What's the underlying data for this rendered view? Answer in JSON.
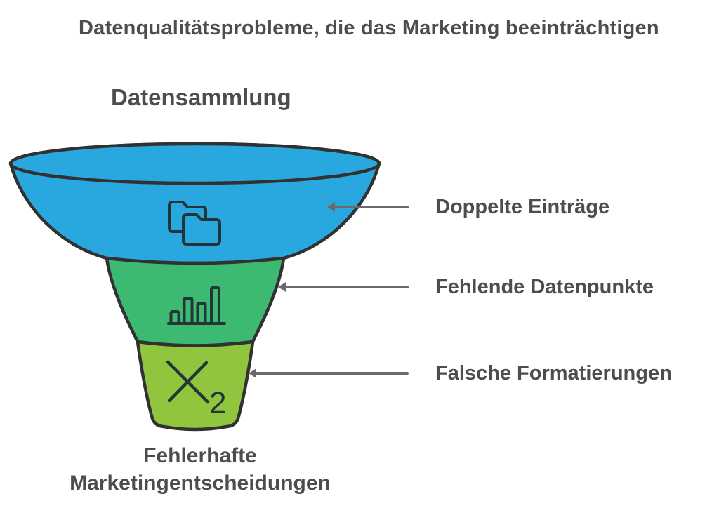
{
  "title": "Datenqualitätsprobleme, die das Marketing beeinträchtigen",
  "funnel": {
    "top_label": "Datensammlung",
    "bottom_label": {
      "line1": "Fehlerhafte",
      "line2": "Marketingentscheidungen"
    },
    "x2_subscript": "2",
    "stages": [
      {
        "label": "Doppelte Einträge",
        "color": "#29a8e0",
        "icon": "duplicate-folders-icon"
      },
      {
        "label": "Fehlende Datenpunkte",
        "color": "#3cba71",
        "icon": "bar-chart-icon"
      },
      {
        "label": "Falsche Formatierungen",
        "color": "#90c53d",
        "icon": "x2-variable-icon"
      }
    ]
  },
  "colors": {
    "background": "#ffffff",
    "outline": "#313131",
    "icon_stroke": "#24353a",
    "text": "#4d4d4d",
    "connector": "#6a6a6a"
  }
}
